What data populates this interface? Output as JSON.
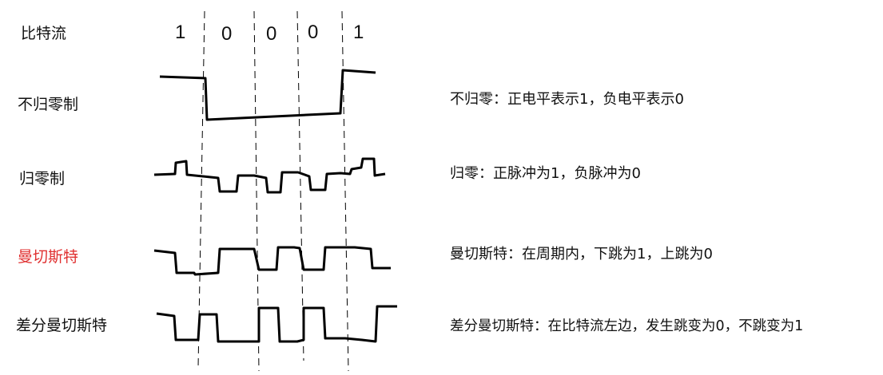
{
  "bitstream_label": "比特流",
  "bits": [
    "1",
    "0",
    "0",
    "0",
    "1"
  ],
  "rows": [
    {
      "label": "不归零制",
      "description": "不归零：正电平表示1，负电平表示0"
    },
    {
      "label": "归零制",
      "description": "归零：正脉冲为1，负脉冲为0"
    },
    {
      "label": "曼切斯特",
      "description": "曼切斯特：在周期内，下跳为1，上跳为0"
    },
    {
      "label": "差分曼切斯特",
      "description": "差分曼切斯特：在比特流左边，发生跳变为0，不跳变为1"
    }
  ],
  "colors": {
    "text": "#111111",
    "highlight_label": "#e03030",
    "waveform": "#000000"
  }
}
